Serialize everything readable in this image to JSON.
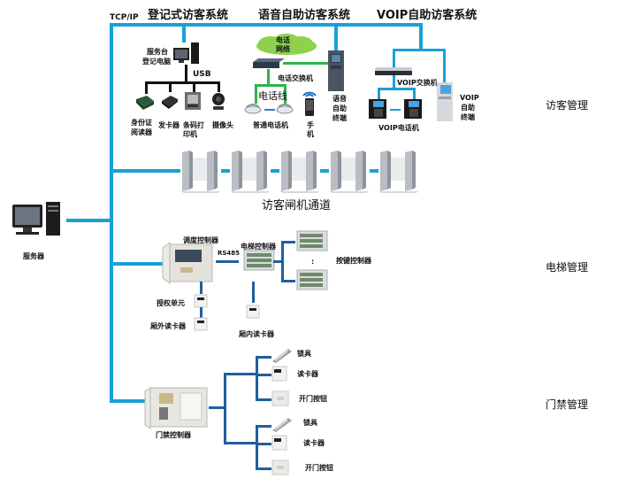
{
  "network": {
    "protocol_label": "TCP/IP",
    "bus_color": "#1aa0d8",
    "branch_color": "#1f5fa0",
    "phone_line_color": "#2db34a"
  },
  "server": {
    "label": "服务器",
    "icon": "desktop-computer-icon"
  },
  "sections": [
    {
      "id": "visitor",
      "label": "访客管理"
    },
    {
      "id": "elevator",
      "label": "电梯管理"
    },
    {
      "id": "access",
      "label": "门禁管理"
    }
  ],
  "registered_system": {
    "title": "登记式访客系统",
    "host_label_line1": "服务台",
    "host_label_line2": "登记电脑",
    "bus_label": "USB",
    "devices": [
      {
        "label_line1": "身份证",
        "label_line2": "阅读器",
        "icon": "id-card-reader-icon"
      },
      {
        "label_line1": "发卡器",
        "label_line2": "",
        "icon": "card-issuer-icon"
      },
      {
        "label_line1": "条码打",
        "label_line2": "印机",
        "icon": "barcode-printer-icon"
      },
      {
        "label_line1": "摄像头",
        "label_line2": "",
        "icon": "webcam-icon"
      }
    ]
  },
  "voice_system": {
    "title": "语音自助访客系统",
    "cloud_label_line1": "电话",
    "cloud_label_line2": "网络",
    "switch_label": "电话交换机",
    "line_label": "电话线",
    "phone_label": "普通电话机",
    "mobile_label_line1": "手",
    "mobile_label_line2": "机",
    "kiosk_label_line1": "语音",
    "kiosk_label_line2": "自助",
    "kiosk_label_line3": "终端"
  },
  "voip_system": {
    "title": "VOIP自助访客系统",
    "switch_label": "VOIP交换机",
    "phone_label": "VOIP电话机",
    "kiosk_label_line1": "VOIP",
    "kiosk_label_line2": "自助",
    "kiosk_label_line3": "终端"
  },
  "gates": {
    "label": "访客闸机通道",
    "count": 5
  },
  "elevator": {
    "dispatch_label": "调度控制器",
    "rs485_label": "RS485",
    "controller_label": "电梯控制器",
    "key_controller_label": "按键控制器",
    "ellipsis": ":",
    "auth_unit_label": "授权单元",
    "outside_reader_label": "厢外读卡器",
    "inside_reader_label": "厢内读卡器"
  },
  "access_control": {
    "controller_label": "门禁控制器",
    "groups": [
      {
        "lock_label": "锁具",
        "reader_label": "读卡器",
        "button_label": "开门按钮"
      },
      {
        "lock_label": "锁具",
        "reader_label": "读卡器",
        "button_label": "开门按钮"
      }
    ]
  }
}
